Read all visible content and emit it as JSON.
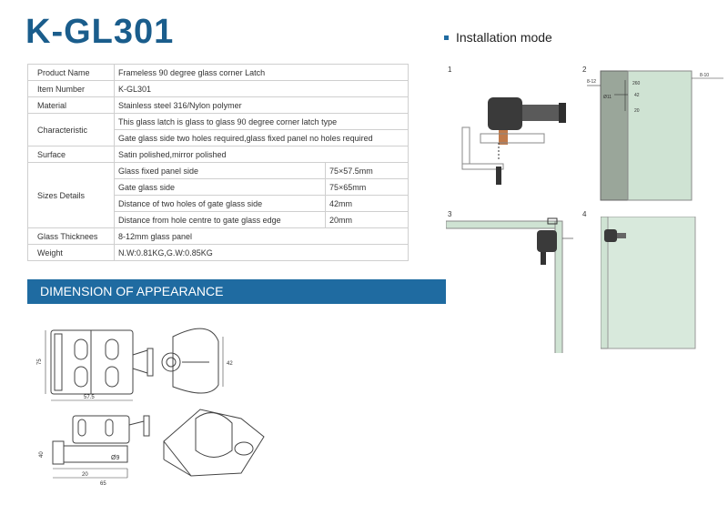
{
  "title": "K-GL301",
  "specs": {
    "product_name": {
      "label": "Product Name",
      "value": "Frameless 90 degree glass corner Latch"
    },
    "item_number": {
      "label": "Item Number",
      "value": "K-GL301"
    },
    "material": {
      "label": "Material",
      "value": "Stainless steel 316/Nylon polymer"
    },
    "characteristic": {
      "label": "Characteristic",
      "values": [
        "This glass latch is glass to glass 90 degree corner latch type",
        "Gate glass side two holes required,glass fixed panel no holes required"
      ]
    },
    "surface": {
      "label": "Surface",
      "value": "Satin polished,mirror polished"
    },
    "sizes": {
      "label": "Sizes Details",
      "rows": [
        {
          "name": "Glass fixed panel side",
          "value": "75×57.5mm"
        },
        {
          "name": "Gate glass side",
          "value": "75×65mm"
        },
        {
          "name": "Distance of two holes of gate glass side",
          "value": "42mm"
        },
        {
          "name": "Distance from hole centre to gate glass edge",
          "value": "20mm"
        }
      ]
    },
    "glass_thickness": {
      "label": "Glass Thicknees",
      "value": "8-12mm glass panel"
    },
    "weight": {
      "label": "Weight",
      "value": "N.W:0.81KG,G.W:0.85KG"
    }
  },
  "dimension_heading": "DIMENSION OF APPEARANCE",
  "installation_heading": "Installation mode",
  "steps": [
    "1",
    "2",
    "3",
    "4"
  ],
  "dims": {
    "w575": "57.5",
    "h75": "75",
    "h42": "42",
    "d9": "Ø9",
    "h40": "40",
    "w20": "20",
    "w65": "65",
    "t812": "8-12",
    "t810": "8-10",
    "v260": "260",
    "v42": "42",
    "v20": "20",
    "d11": "Ø11"
  }
}
